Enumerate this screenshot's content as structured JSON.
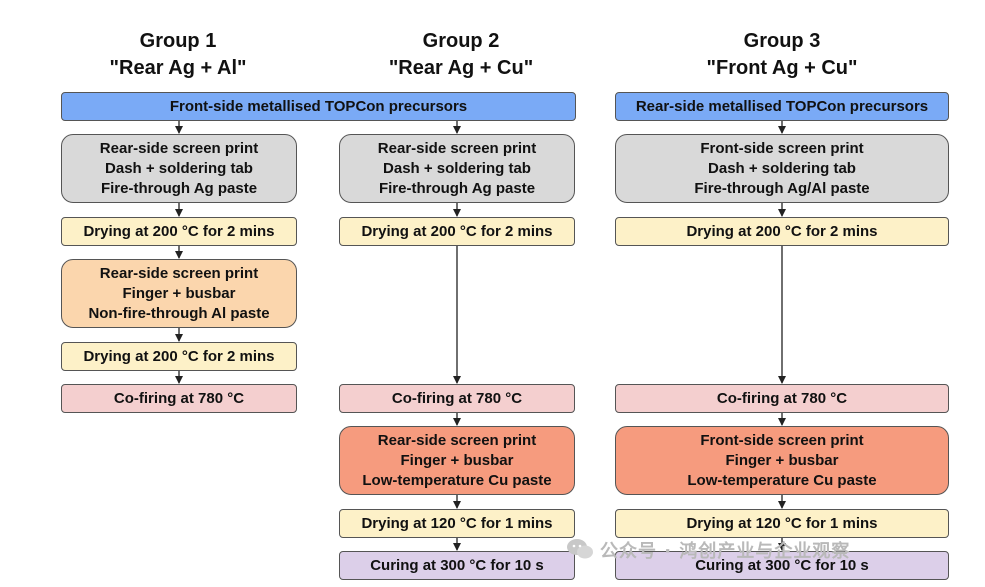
{
  "groups": [
    {
      "title": "Group 1",
      "subtitle": "\"Rear Ag + Al\""
    },
    {
      "title": "Group 2",
      "subtitle": "\"Rear Ag + Cu\""
    },
    {
      "title": "Group 3",
      "subtitle": "\"Front Ag + Cu\""
    }
  ],
  "precursors": {
    "front": "Front-side metallised TOPCon precursors",
    "rear": "Rear-side metallised TOPCon precursors"
  },
  "g1": {
    "print1": [
      "Rear-side screen print",
      "Dash + soldering tab",
      "Fire-through Ag paste"
    ],
    "dry1": "Drying at 200 °C for 2 mins",
    "print2": [
      "Rear-side screen print",
      "Finger + busbar",
      "Non-fire-through Al paste"
    ],
    "dry2": "Drying at 200 °C for 2 mins",
    "fire": "Co-firing at 780 °C"
  },
  "g2": {
    "print1": [
      "Rear-side screen print",
      "Dash + soldering tab",
      "Fire-through Ag paste"
    ],
    "dry1": "Drying at 200 °C for 2 mins",
    "fire": "Co-firing at 780 °C",
    "print2": [
      "Rear-side screen print",
      "Finger + busbar",
      "Low-temperature Cu paste"
    ],
    "dry2": "Drying at 120 °C for 1 mins",
    "cure": "Curing at 300 °C for 10 s"
  },
  "g3": {
    "print1": [
      "Front-side screen print",
      "Dash + soldering tab",
      "Fire-through Ag/Al paste"
    ],
    "dry1": "Drying at 200 °C for 2 mins",
    "fire": "Co-firing at 780 °C",
    "print2": [
      "Front-side screen print",
      "Finger + busbar",
      "Low-temperature Cu paste"
    ],
    "dry2": "Drying at 120 °C for 1 mins",
    "cure": "Curing at 300 °C for 10 s"
  },
  "watermark": "公众号 · 鸿创产业与企业观察",
  "colors": {
    "precursor": "#7aaaf6",
    "print_ag": "#d9d9d9",
    "drying": "#fdf1c8",
    "print_al": "#fbd6ad",
    "firing": "#f4cfcf",
    "print_cu": "#f69b7e",
    "curing": "#dccfe9"
  }
}
